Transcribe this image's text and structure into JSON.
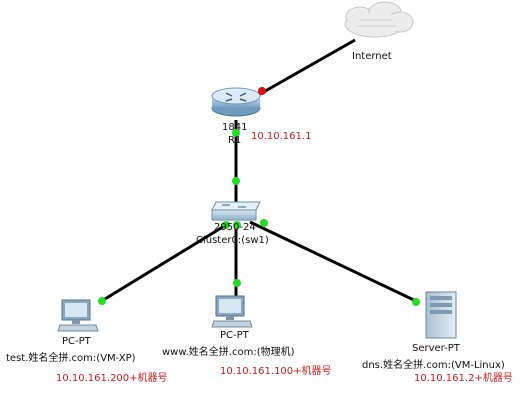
{
  "internet": {
    "label": "Internet"
  },
  "router": {
    "model": "1841",
    "name": "R1",
    "ip": "10.10.161.1"
  },
  "switch": {
    "model": "2950-24",
    "name": "Cluster0:(sw1)"
  },
  "pc_left": {
    "type": "PC-PT",
    "name": "test.姓名全拼.com:(VM-XP)",
    "ip": "10.10.161.200+机器号"
  },
  "pc_mid": {
    "type": "PC-PT",
    "name": "www.姓名全拼.com:(物理机)",
    "ip": "10.10.161.100+机器号"
  },
  "server": {
    "type": "Server-PT",
    "name": "dns.姓名全拼.com:(VM-Linux)",
    "ip": "10.10.161.2+机器号"
  },
  "colors": {
    "link": "#000000",
    "port_up": "#22dd22",
    "port_down": "#e01010",
    "ip_text": "#d11a1a"
  }
}
